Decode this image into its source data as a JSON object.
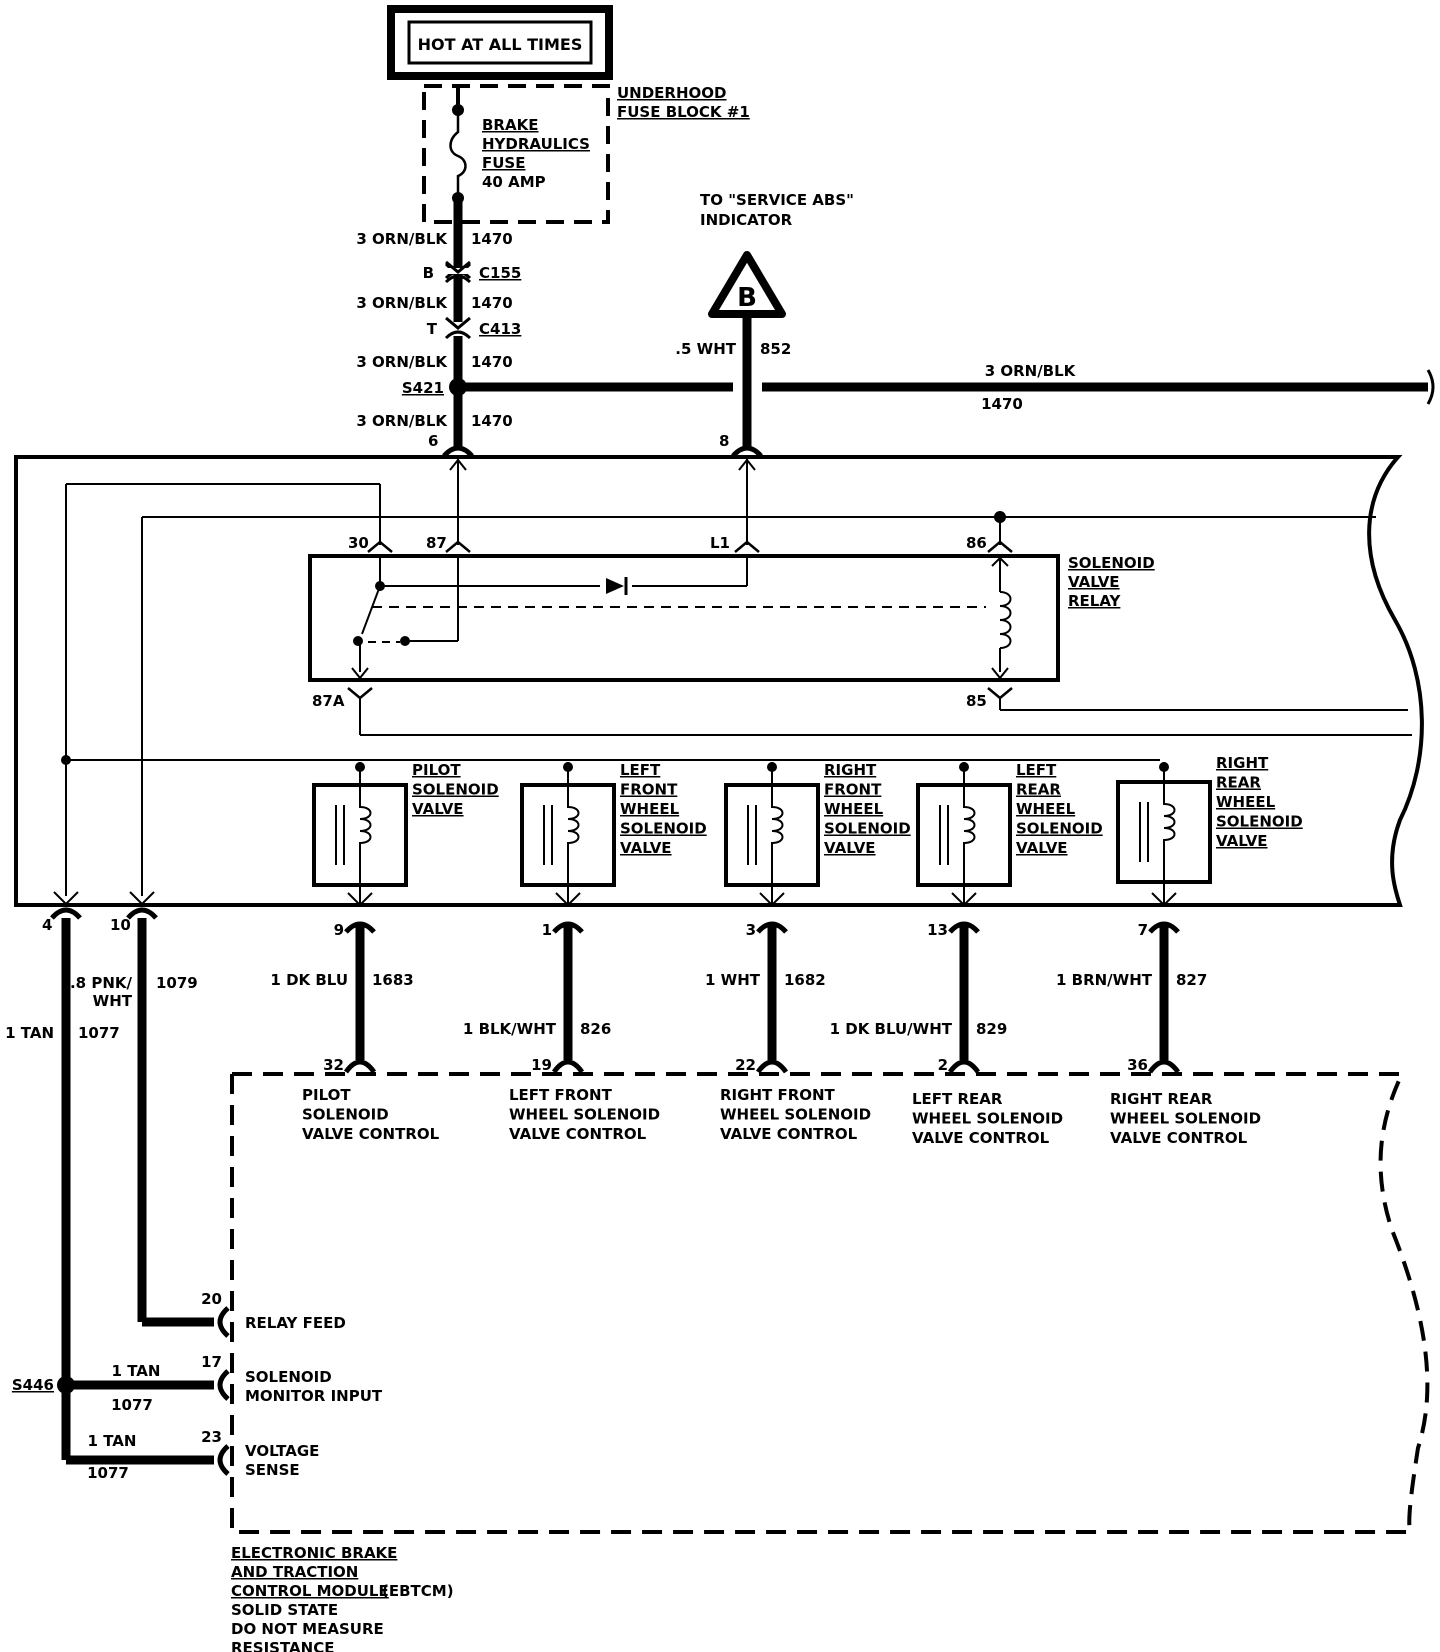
{
  "power": {
    "hot": "HOT AT ALL TIMES"
  },
  "fuse_block": {
    "line1": "UNDERHOOD",
    "line2": "FUSE BLOCK #1"
  },
  "fuse": {
    "l1": "BRAKE",
    "l2": "HYDRAULICS",
    "l3": "FUSE",
    "l4": "40 AMP"
  },
  "wires_top": [
    {
      "gauge": "3 ORN/BLK",
      "circuit": "1470"
    },
    {
      "gauge": "3 ORN/BLK",
      "circuit": "1470"
    },
    {
      "gauge": "3 ORN/BLK",
      "circuit": "1470"
    },
    {
      "gauge": "3 ORN/BLK",
      "circuit": "1470"
    }
  ],
  "connectors": {
    "c155_pin": "B",
    "c155": "C155",
    "c413_pin": "T",
    "c413": "C413",
    "s421": "S421",
    "s446": "S446"
  },
  "indicator": {
    "l1": "TO \"SERVICE ABS\"",
    "l2": "INDICATOR",
    "symbol": "B",
    "wire_gauge": ".5 WHT",
    "wire_circuit": "852"
  },
  "splice_right": {
    "gauge": "3 ORN/BLK",
    "circuit": "1470"
  },
  "module_pins_top": {
    "p6": "6",
    "p8": "8"
  },
  "relay": {
    "l1": "SOLENOID",
    "l2": "VALVE",
    "l3": "RELAY",
    "pins": {
      "p30": "30",
      "p87": "87",
      "pL1": "L1",
      "p86": "86",
      "p87a": "87A",
      "p85": "85"
    }
  },
  "valves": [
    {
      "lines": [
        "PILOT",
        "SOLENOID",
        "VALVE"
      ]
    },
    {
      "lines": [
        "LEFT",
        "FRONT",
        "WHEEL",
        "SOLENOID",
        "VALVE"
      ]
    },
    {
      "lines": [
        "RIGHT",
        "FRONT",
        "WHEEL",
        "SOLENOID",
        "VALVE"
      ]
    },
    {
      "lines": [
        "LEFT",
        "REAR",
        "WHEEL",
        "SOLENOID",
        "VALVE"
      ]
    },
    {
      "lines": [
        "RIGHT",
        "REAR",
        "WHEEL",
        "SOLENOID",
        "VALVE"
      ]
    }
  ],
  "valve_wires": [
    {
      "pin": "9",
      "gauge": "1 DK BLU",
      "circuit": "1683",
      "ebtcm_pin": "32",
      "control": [
        "PILOT",
        "SOLENOID",
        "VALVE CONTROL"
      ]
    },
    {
      "pin": "1",
      "gauge": "1 BLK/WHT",
      "circuit": "826",
      "ebtcm_pin": "19",
      "control": [
        "LEFT FRONT",
        "WHEEL SOLENOID",
        "VALVE CONTROL"
      ]
    },
    {
      "pin": "3",
      "gauge": "1 WHT",
      "circuit": "1682",
      "ebtcm_pin": "22",
      "control": [
        "RIGHT FRONT",
        "WHEEL SOLENOID",
        "VALVE CONTROL"
      ]
    },
    {
      "pin": "13",
      "gauge": "1 DK BLU/WHT",
      "circuit": "829",
      "ebtcm_pin": "2",
      "control": [
        "LEFT REAR",
        "WHEEL SOLENOID",
        "VALVE CONTROL"
      ]
    },
    {
      "pin": "7",
      "gauge": "1 BRN/WHT",
      "circuit": "827",
      "ebtcm_pin": "36",
      "control": [
        "RIGHT REAR",
        "WHEEL SOLENOID",
        "VALVE CONTROL"
      ]
    }
  ],
  "left_wires": {
    "pin4": "4",
    "pin10": "10",
    "w1079_gauge1": ".8 PNK/",
    "w1079_gauge2": "WHT",
    "w1079_circuit": "1079",
    "w1077_gauge": "1 TAN",
    "w1077_circuit": "1077"
  },
  "ebtcm_inputs": [
    {
      "pin": "20",
      "label": [
        "RELAY FEED"
      ]
    },
    {
      "pin": "17",
      "label": [
        "SOLENOID",
        "MONITOR INPUT"
      ],
      "gauge": "1 TAN",
      "circuit": "1077"
    },
    {
      "pin": "23",
      "label": [
        "VOLTAGE",
        "SENSE"
      ],
      "gauge": "1 TAN",
      "circuit": "1077"
    }
  ],
  "ebtcm": {
    "l1": "ELECTRONIC BRAKE",
    "l2": "AND TRACTION",
    "l3": "CONTROL MODULE",
    "l3b": "(EBTCM)",
    "l4": "SOLID STATE",
    "l5": "DO NOT MEASURE",
    "l6": "RESISTANCE"
  }
}
